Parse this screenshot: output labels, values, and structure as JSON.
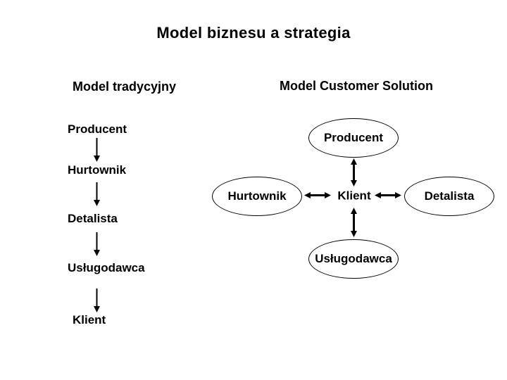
{
  "slide": {
    "title": "Model biznesu a strategia"
  },
  "traditional_model": {
    "heading": "Model tradycyjny",
    "chain": [
      "Producent",
      "Hurtownik",
      "Detalista",
      "Usługodawca",
      "Klient"
    ]
  },
  "customer_solution_model": {
    "heading": "Model Customer Solution",
    "center_node": "Klient",
    "satellite_nodes": {
      "top": "Producent",
      "left": "Hurtownik",
      "right": "Detalista",
      "bottom": "Usługodawca"
    }
  },
  "colors": {
    "background": "#ffffff",
    "text": "#000000",
    "shape_stroke": "#000000",
    "shape_fill": "#ffffff"
  }
}
